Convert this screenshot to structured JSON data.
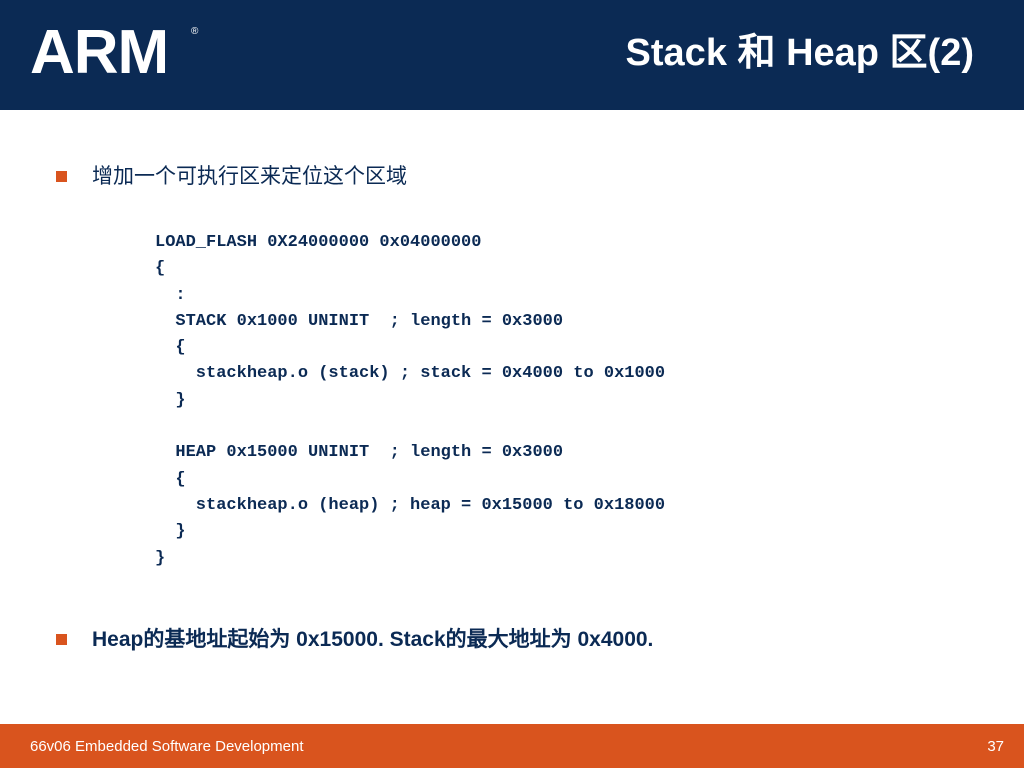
{
  "header": {
    "logo_text": "ARM",
    "logo_mark": "®",
    "title": "Stack 和 Heap 区(2)"
  },
  "bullets": [
    {
      "text": "增加一个可执行区来定位这个区域"
    },
    {
      "text": "Heap的基地址起始为 0x15000.  Stack的最大地址为 0x4000."
    }
  ],
  "code_block": "LOAD_FLASH 0X24000000 0x04000000\n{\n  :\n  STACK 0x1000 UNINIT  ; length = 0x3000\n  {\n    stackheap.o (stack) ; stack = 0x4000 to 0x1000\n  }\n\n  HEAP 0x15000 UNINIT  ; length = 0x3000\n  {\n    stackheap.o (heap) ; heap = 0x15000 to 0x18000\n  }\n}",
  "footer": {
    "course": "66v06 Embedded Software Development",
    "page_number": "37"
  },
  "colors": {
    "header_bg": "#0b2a54",
    "accent_orange": "#d9541e",
    "text_navy": "#0b2a54"
  }
}
